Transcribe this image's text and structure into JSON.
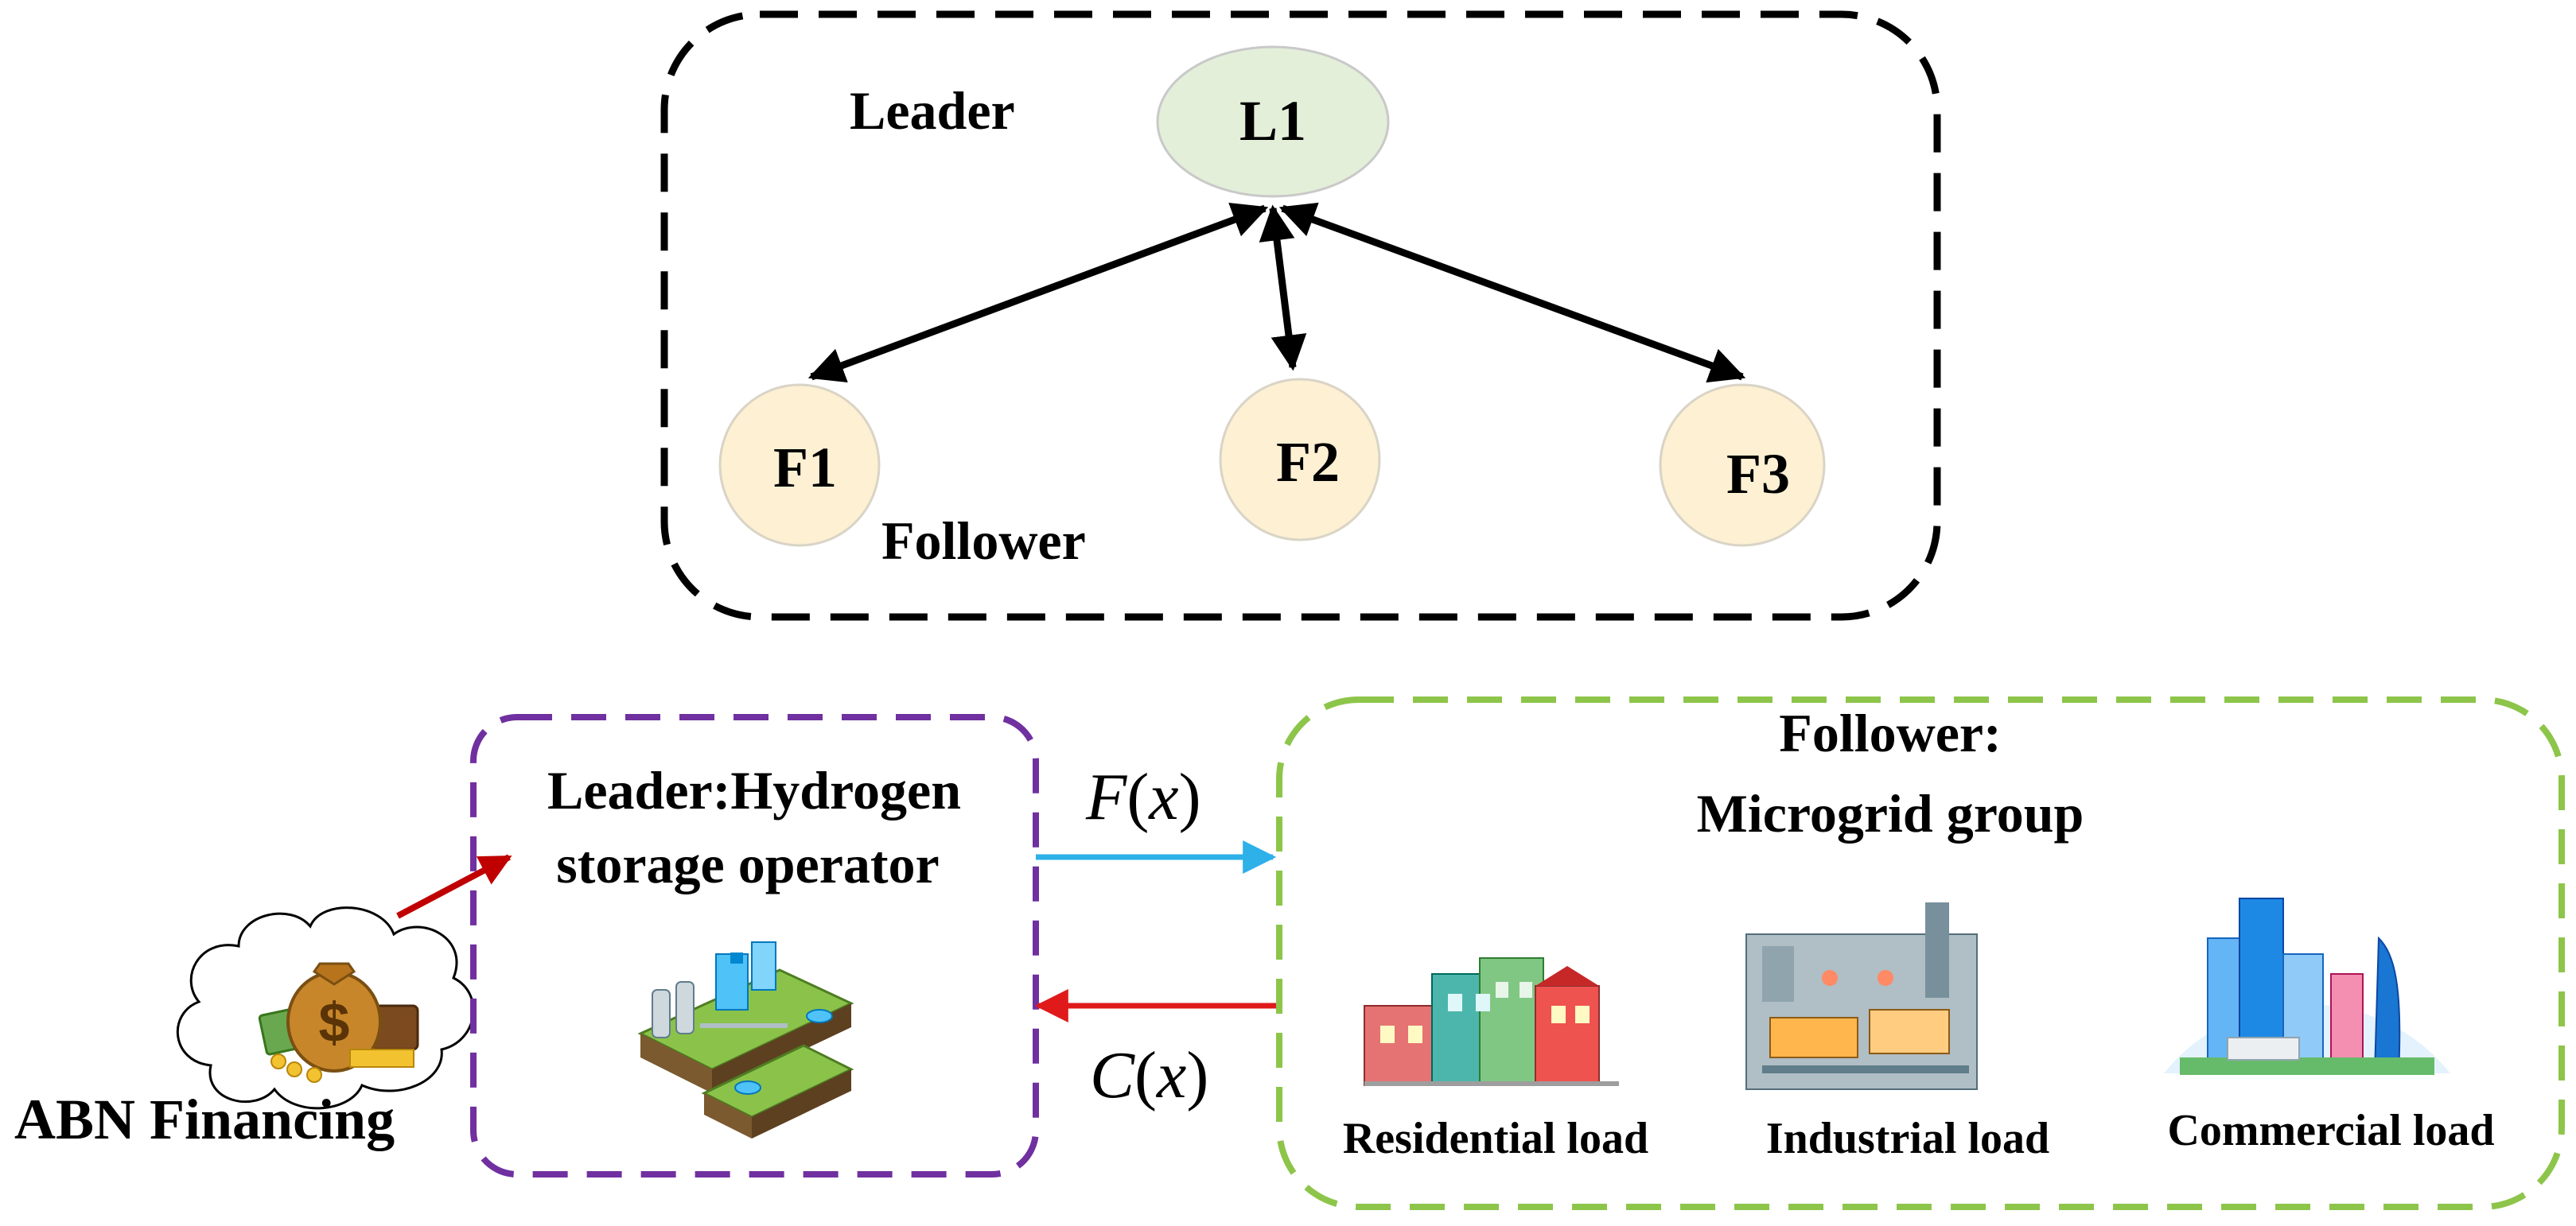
{
  "top_panel": {
    "leader_label": "Leader",
    "follower_label": "Follower",
    "leader_node": "L1",
    "follower_nodes": [
      "F1",
      "F2",
      "F3"
    ]
  },
  "bottom_panel": {
    "financing_label": "ABN Financing",
    "leader_box": {
      "line1": "Leader:Hydrogen",
      "line2": "storage operator"
    },
    "follower_box": {
      "line1": "Follower:",
      "line2": "Microgrid group"
    },
    "arrow_forward_label": {
      "fn": "F",
      "arg": "x"
    },
    "arrow_back_label": {
      "fn": "C",
      "arg": "x"
    },
    "loads": [
      "Residential load",
      "Industrial load",
      "Commercial load"
    ]
  },
  "colors": {
    "leader_node_fill": "#e3efd9",
    "follower_node_fill": "#fdf0d3",
    "leader_box_border": "#7030a0",
    "follower_box_border": "#8dc54a",
    "forward_arrow": "#2eb0e8",
    "back_arrow": "#e01a1a",
    "financing_arrow": "#c00000"
  },
  "icons": [
    "money-bag-icon",
    "hydrogen-plant-icon",
    "residential-buildings-icon",
    "factory-icon",
    "skyscrapers-icon"
  ]
}
